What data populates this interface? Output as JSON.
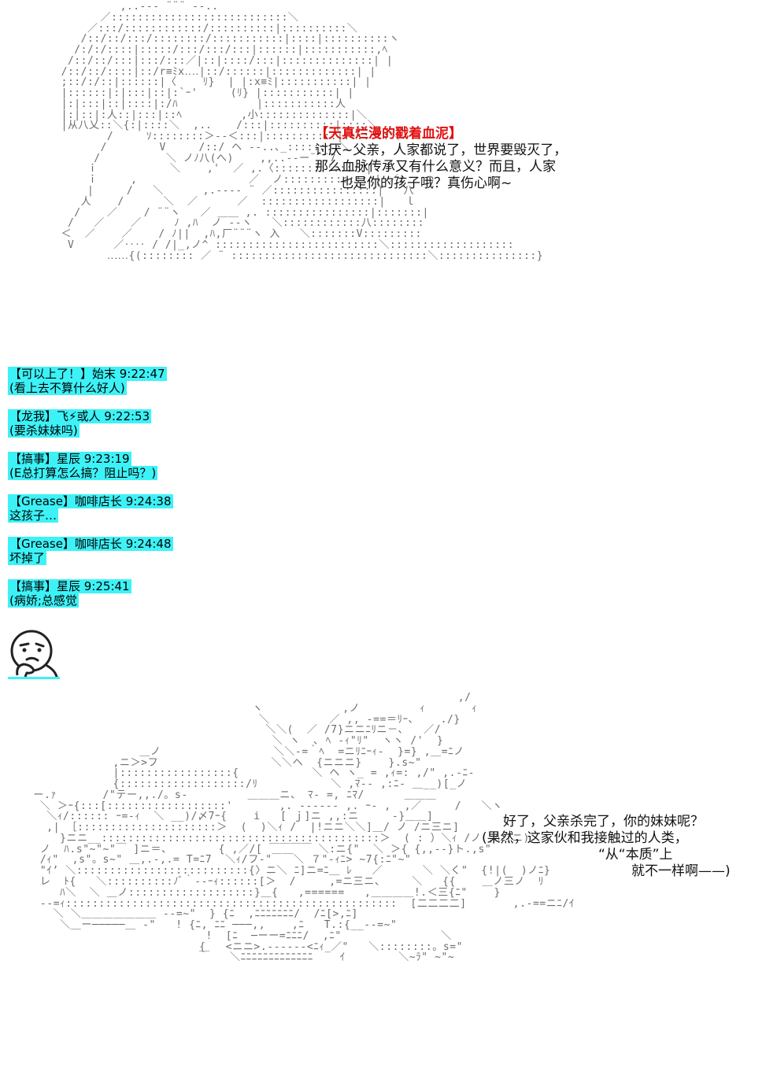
{
  "speech_top": {
    "tag": "【天真烂漫的戳着血泥】",
    "lines": [
      "讨厌~父亲，人家都说了，世界要毁灭了，",
      "那么血脉传承又有什么意义？而且，人家",
      "也是你的孩子哦？真伤心啊~"
    ]
  },
  "chat": [
    {
      "head": "【可以上了！】始末 9:22:47",
      "body": "(看上去不算什么好人)"
    },
    {
      "head": "【龙我】飞⚡或人 9:22:53",
      "body": "(要杀妹妹吗)"
    },
    {
      "head": "【搞事】星辰 9:23:19",
      "body": "(E总打算怎么搞？阻止吗？)"
    },
    {
      "head": "【Grease】咖啡店长 9:24:38",
      "body": "这孩子…"
    },
    {
      "head": "【Grease】咖啡店长 9:24:48",
      "body": "坏掉了"
    },
    {
      "head": "【搞事】星辰 9:25:41",
      "body": "(病娇;总感觉"
    }
  ],
  "speech_bottom": {
    "lines": [
      "好了，父亲杀完了，你的妹妹呢？",
      "(果然，这家伙和我接触过的人类，",
      "“从“本质”上",
      "就不一样啊——)"
    ]
  },
  "colors": {
    "highlight": "#3df2f7",
    "tag": "#e01010",
    "art": "#6d6d6d"
  },
  "icons": [
    "thinking-face-icon",
    "lightning-bolt-icon"
  ]
}
